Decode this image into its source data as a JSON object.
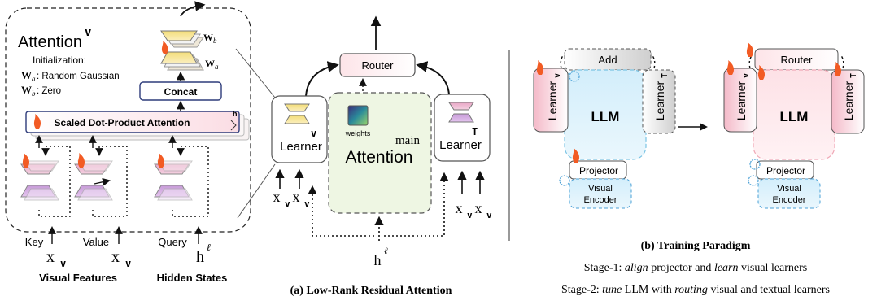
{
  "panel_a": {
    "attention_title": "Attention",
    "attention_sup": "v",
    "init_title": "Initialization:",
    "init_a_sym": "W",
    "init_a_sub": "a",
    "init_a_text": ": Random Gaussian",
    "init_b_sym": "W",
    "init_b_sub": "b",
    "init_b_text": ": Zero",
    "wb_sym": "W",
    "wb_sub": "b",
    "wa_sym": "W",
    "wa_sub": "a",
    "concat_label": "Concat",
    "sdpa_label": "Scaled Dot-Product Attention",
    "h_label": "h",
    "key_label": "Key",
    "value_label": "Value",
    "query_label": "Query",
    "x_sym": "x",
    "x_sub": "v",
    "h_sym": "h",
    "h_sup": "ℓ",
    "visual_features": "Visual Features",
    "hidden_states": "Hidden States",
    "router_label": "Router",
    "learner_label": "Learner",
    "learner_v_sup": "v",
    "learner_t_sup": "T",
    "weights_label": "weights",
    "main_label": "main",
    "attention_label": "Attention",
    "caption": "(a) Low-Rank Residual Attention"
  },
  "panel_b": {
    "add_label": "Add",
    "router_label": "Router",
    "llm_label": "LLM",
    "learner_label": "Learner",
    "learner_v_sup": "v",
    "learner_t_sup": "T",
    "projector_label": "Projector",
    "visual_label": "Visual",
    "encoder_label": "Encoder",
    "caption_title": "(b) Training Paradigm",
    "stage1_prefix": "Stage-1: ",
    "stage1_em1": "align",
    "stage1_mid": " projector and ",
    "stage1_em2": "learn",
    "stage1_suffix": " visual learners",
    "stage2_prefix": "Stage-2: ",
    "stage2_em1": "tune",
    "stage2_mid": " LLM with ",
    "stage2_em2": "routing",
    "stage2_suffix": " visual and textual learners"
  },
  "colors": {
    "learner_pink": "#f6d3dc",
    "learner_gray": "#e6e6e6",
    "llm_blue": "#d9f0fb",
    "llm_pink": "#fde3e7",
    "main_green": "#eef6e3",
    "router_fill": "#fdebed",
    "sdpa_stroke": "#2d3b7a",
    "flame": "#f25b24"
  }
}
